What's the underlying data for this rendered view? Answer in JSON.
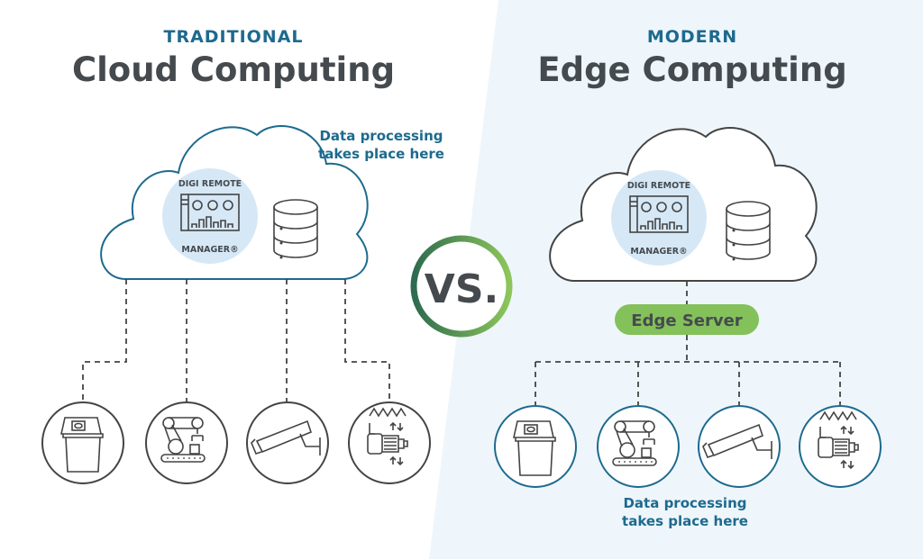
{
  "colors": {
    "accent_blue": "#1d6a8e",
    "text_dark": "#454a4f",
    "edge_green": "#84c15a",
    "bg_right": "#eef6fc",
    "badge_fill": "#d6e8f6"
  },
  "left": {
    "kicker": "TRADITIONAL",
    "title": "Cloud Computing",
    "note_line1": "Data processing",
    "note_line2": "takes place here",
    "badge_top": "DIGI REMOTE",
    "badge_bottom": "MANAGER®",
    "devices": [
      "kiosk-icon",
      "robot-arm-icon",
      "security-camera-icon",
      "motor-vibration-icon"
    ]
  },
  "vs": "VS.",
  "right": {
    "kicker": "MODERN",
    "title": "Edge Computing",
    "edge_server": "Edge Server",
    "note_line1": "Data processing",
    "note_line2": "takes place here",
    "badge_top": "DIGI REMOTE",
    "badge_bottom": "MANAGER®",
    "devices": [
      "kiosk-icon",
      "robot-arm-icon",
      "security-camera-icon",
      "motor-vibration-icon"
    ]
  }
}
